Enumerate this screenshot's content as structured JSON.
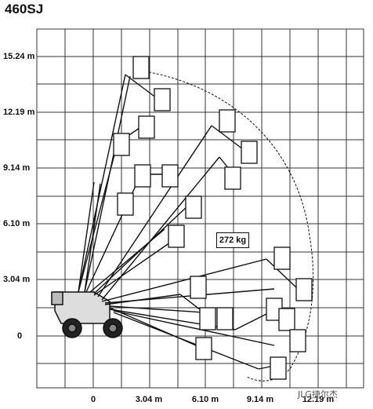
{
  "title": "460SJ",
  "y_axis_labels": [
    "15.24 m",
    "12.19 m",
    "9.14 m",
    "6.10 m",
    "3.04 m",
    "0"
  ],
  "x_axis_labels": [
    "0",
    "3.04 m",
    "6.10 m",
    "9.14 m",
    "12.19 m"
  ],
  "platform_capacity": "272 kg",
  "watermark": "JLG捷尔杰"
}
